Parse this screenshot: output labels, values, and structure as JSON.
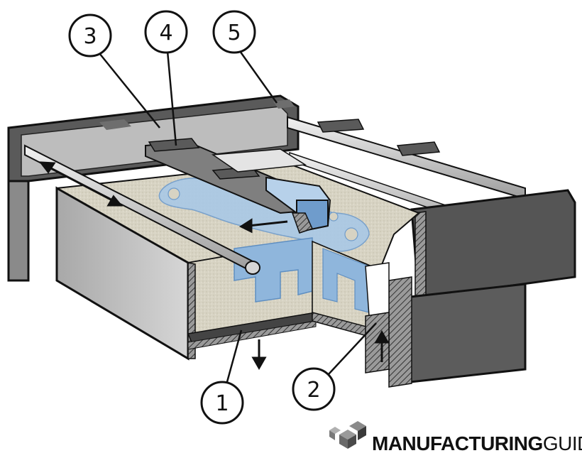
{
  "diagram": {
    "callouts": [
      {
        "id": "c1",
        "label": "1"
      },
      {
        "id": "c2",
        "label": "2"
      },
      {
        "id": "c3",
        "label": "3"
      },
      {
        "id": "c4",
        "label": "4"
      },
      {
        "id": "c5",
        "label": "5"
      }
    ]
  },
  "logo": {
    "name_strong": "MANUFACTURING",
    "name_light": "GUIDE"
  },
  "colors": {
    "frame_dark": "#4d4d4d",
    "frame_light": "#b9b9b9",
    "powder": "#d9d6c8",
    "part_blue": "#8fb6dc",
    "outline": "#111111"
  }
}
